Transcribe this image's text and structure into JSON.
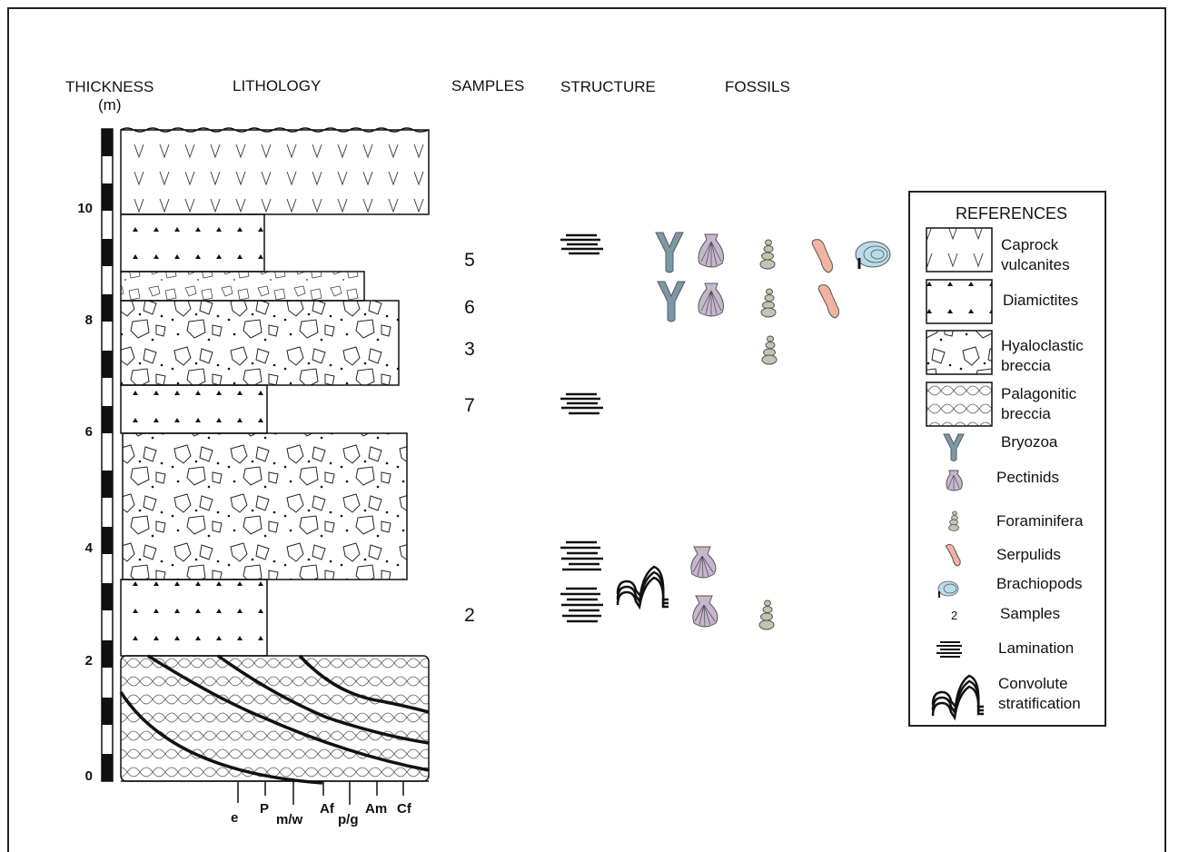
{
  "headers": {
    "thickness": "THICKNESS",
    "thickness_unit": "(m)",
    "lithology": "LITHOLOGY",
    "samples": "SAMPLES",
    "structure": "STRUCTURE",
    "fossils": "FOSSILS"
  },
  "scale_ticks": [
    "10",
    "8",
    "6",
    "4",
    "2",
    "0"
  ],
  "sample_numbers": [
    "5",
    "6",
    "3",
    "7",
    "2"
  ],
  "grain_size_labels": [
    "e",
    "P",
    "m/w",
    "Af",
    "p/g",
    "Am",
    "Cf"
  ],
  "references": {
    "title": "REFERENCES",
    "caprock_1": "Caprock",
    "caprock_2": "vulcanites",
    "diamictites": "Diamictites",
    "hyalo_1": "Hyaloclastic",
    "hyalo_2": "breccia",
    "palag_1": "Palagonitic",
    "palag_2": "breccia",
    "bryozoa": "Bryozoa",
    "pectinids": "Pectinids",
    "foraminifera": "Foraminifera",
    "serpulids": "Serpulids",
    "brachiopods": "Brachiopods",
    "samples_example": "2",
    "samples": "Samples",
    "lamination": "Lamination",
    "convolute_1": "Convolute",
    "convolute_2": "stratification"
  },
  "icons": [
    "bryozoa-icon",
    "pectinid-icon",
    "foraminifera-icon",
    "serpulid-icon",
    "brachiopod-icon",
    "lamination-icon",
    "convolute-icon"
  ],
  "colors": {
    "bryozoa": "#7f97a5",
    "pectinid": "#c7b6cf",
    "foraminifera": "#c6c3ae",
    "serpulid": "#f2b3a3",
    "brachiopod": "#b8dde8"
  }
}
